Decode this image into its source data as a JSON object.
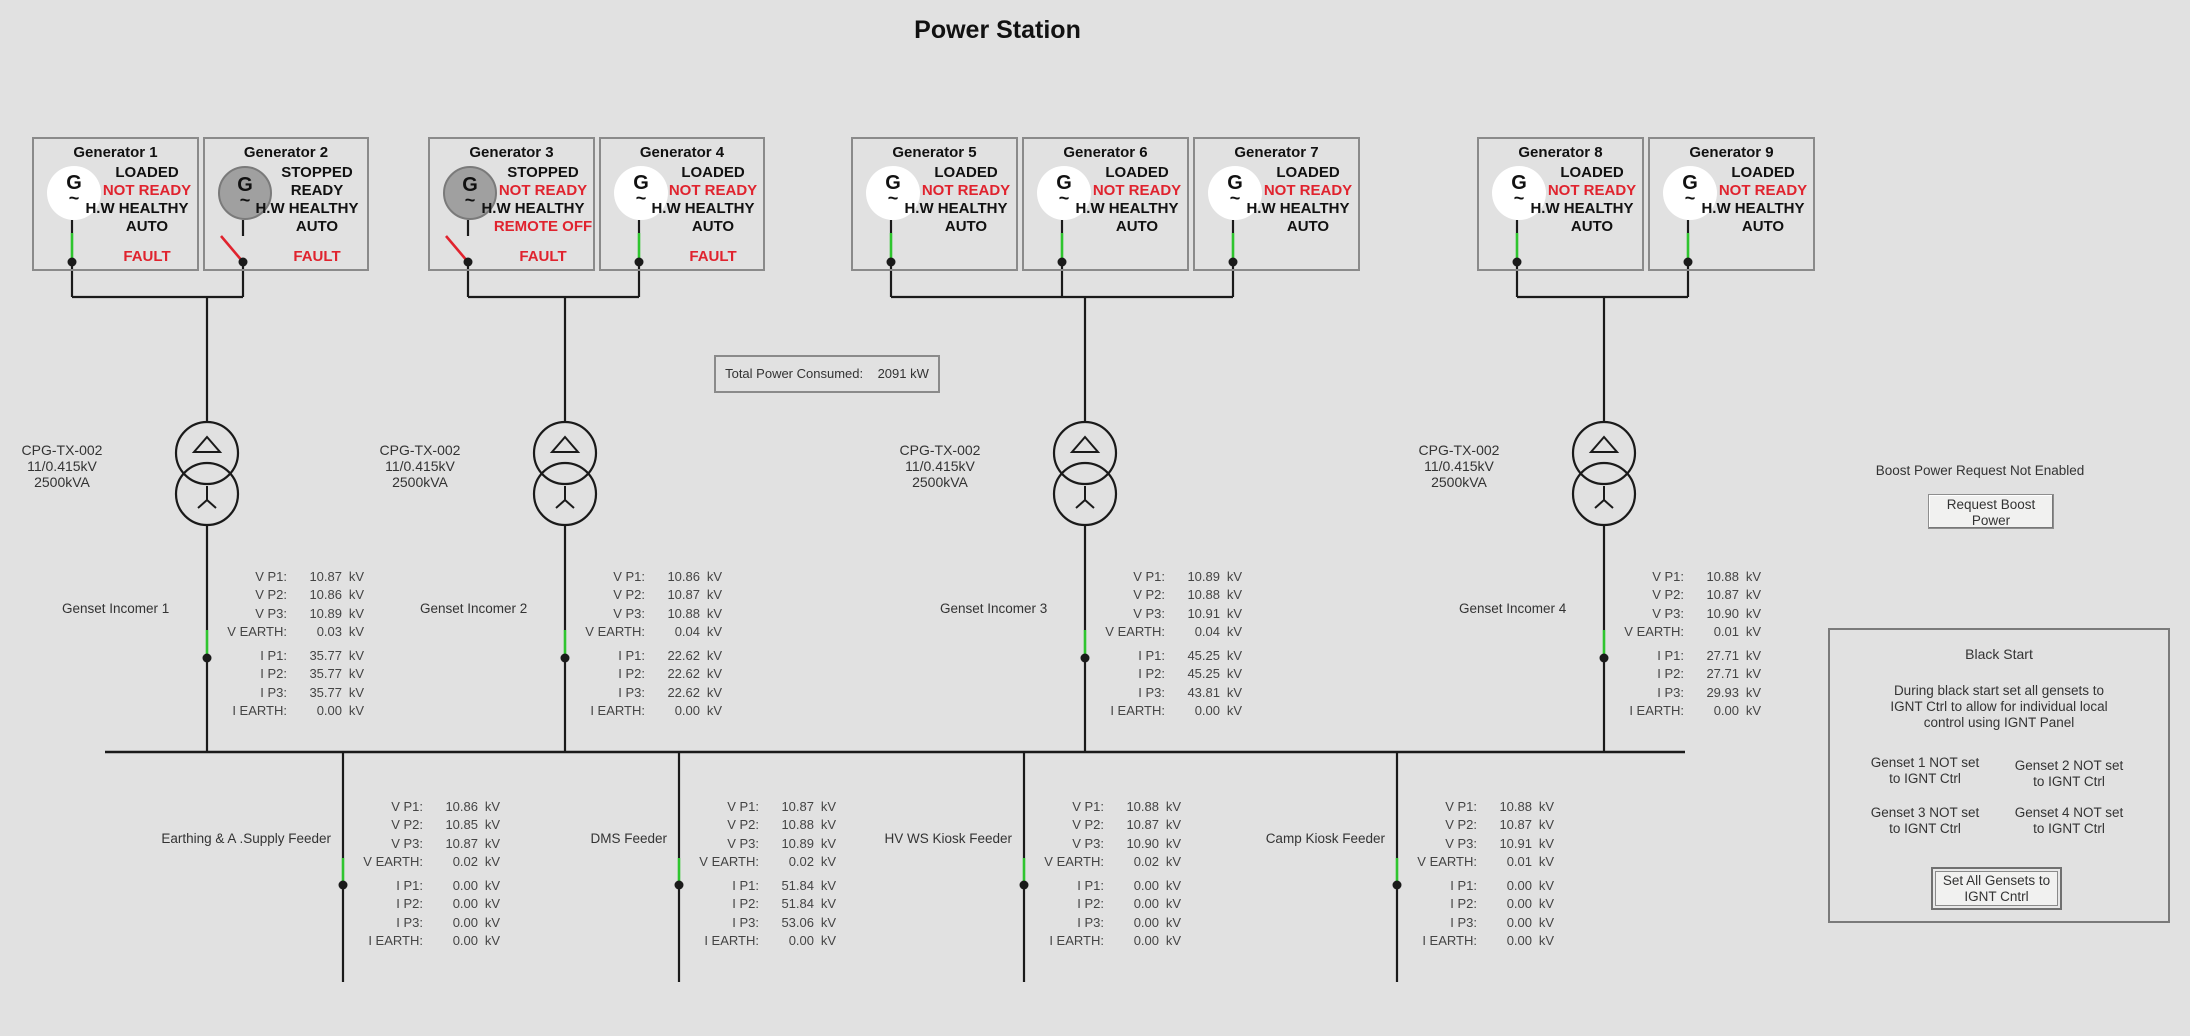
{
  "title": "Power Station",
  "colors": {
    "background": "#e1e1e1",
    "alarm_red": "#e0232e",
    "closed_green": "#2ec52e",
    "line": "#1a1a1a",
    "running_gen": "#ffffff",
    "stopped_gen": "#a0a0a0"
  },
  "generators": [
    {
      "name": "Generator 1",
      "run_state": "LOADED",
      "ready_state": "NOT READY",
      "ready_alarm": true,
      "hw_state": "H.W HEALTHY",
      "mode": "AUTO",
      "mode_alarm": false,
      "fault": "FAULT",
      "running": true,
      "breaker": "closed",
      "icon_letter": "G",
      "icon_wave": "~"
    },
    {
      "name": "Generator 2",
      "run_state": "STOPPED",
      "ready_state": "READY",
      "ready_alarm": false,
      "hw_state": "H.W HEALTHY",
      "mode": "AUTO",
      "mode_alarm": false,
      "fault": "FAULT",
      "running": false,
      "breaker": "open",
      "icon_letter": "G",
      "icon_wave": "~"
    },
    {
      "name": "Generator 3",
      "run_state": "STOPPED",
      "ready_state": "NOT READY",
      "ready_alarm": true,
      "hw_state": "H.W HEALTHY",
      "mode": "REMOTE OFF",
      "mode_alarm": true,
      "fault": "FAULT",
      "running": false,
      "breaker": "open",
      "icon_letter": "G",
      "icon_wave": "~"
    },
    {
      "name": "Generator 4",
      "run_state": "LOADED",
      "ready_state": "NOT READY",
      "ready_alarm": true,
      "hw_state": "H.W HEALTHY",
      "mode": "AUTO",
      "mode_alarm": false,
      "fault": "FAULT",
      "running": true,
      "breaker": "closed",
      "icon_letter": "G",
      "icon_wave": "~"
    },
    {
      "name": "Generator 5",
      "run_state": "LOADED",
      "ready_state": "NOT READY",
      "ready_alarm": true,
      "hw_state": "H.W HEALTHY",
      "mode": "AUTO",
      "mode_alarm": false,
      "fault": "",
      "running": true,
      "breaker": "closed",
      "icon_letter": "G",
      "icon_wave": "~"
    },
    {
      "name": "Generator 6",
      "run_state": "LOADED",
      "ready_state": "NOT READY",
      "ready_alarm": true,
      "hw_state": "H.W HEALTHY",
      "mode": "AUTO",
      "mode_alarm": false,
      "fault": "",
      "running": true,
      "breaker": "closed",
      "icon_letter": "G",
      "icon_wave": "~"
    },
    {
      "name": "Generator 7",
      "run_state": "LOADED",
      "ready_state": "NOT READY",
      "ready_alarm": true,
      "hw_state": "H.W HEALTHY",
      "mode": "AUTO",
      "mode_alarm": false,
      "fault": "",
      "running": true,
      "breaker": "closed",
      "icon_letter": "G",
      "icon_wave": "~"
    },
    {
      "name": "Generator 8",
      "run_state": "LOADED",
      "ready_state": "NOT READY",
      "ready_alarm": true,
      "hw_state": "H.W HEALTHY",
      "mode": "AUTO",
      "mode_alarm": false,
      "fault": "",
      "running": true,
      "breaker": "closed",
      "icon_letter": "G",
      "icon_wave": "~"
    },
    {
      "name": "Generator 9",
      "run_state": "LOADED",
      "ready_state": "NOT READY",
      "ready_alarm": true,
      "hw_state": "H.W HEALTHY",
      "mode": "AUTO",
      "mode_alarm": false,
      "fault": "",
      "running": true,
      "breaker": "closed",
      "icon_letter": "G",
      "icon_wave": "~"
    }
  ],
  "transformers": [
    {
      "tag": "CPG-TX-002",
      "ratio": "11/0.415kV",
      "rating": "2500kVA"
    },
    {
      "tag": "CPG-TX-002",
      "ratio": "11/0.415kV",
      "rating": "2500kVA"
    },
    {
      "tag": "CPG-TX-002",
      "ratio": "11/0.415kV",
      "rating": "2500kVA"
    },
    {
      "tag": "CPG-TX-002",
      "ratio": "11/0.415kV",
      "rating": "2500kVA"
    }
  ],
  "meter_labels": {
    "vp1": "V P1:",
    "vp2": "V P2:",
    "vp3": "V P3:",
    "vearth": "V EARTH:",
    "ip1": "I P1:",
    "ip2": "I P2:",
    "ip3": "I P3:",
    "iearth": "I EARTH:"
  },
  "incomers": [
    {
      "name": "Genset Incomer 1",
      "breaker": "closed",
      "vp1": "10.87",
      "vp2": "10.86",
      "vp3": "10.89",
      "vearth": "0.03",
      "ip1": "35.77",
      "ip2": "35.77",
      "ip3": "35.77",
      "iearth": "0.00",
      "unit": "kV"
    },
    {
      "name": "Genset Incomer 2",
      "breaker": "closed",
      "vp1": "10.86",
      "vp2": "10.87",
      "vp3": "10.88",
      "vearth": "0.04",
      "ip1": "22.62",
      "ip2": "22.62",
      "ip3": "22.62",
      "iearth": "0.00",
      "unit": "kV"
    },
    {
      "name": "Genset Incomer 3",
      "breaker": "closed",
      "vp1": "10.89",
      "vp2": "10.88",
      "vp3": "10.91",
      "vearth": "0.04",
      "ip1": "45.25",
      "ip2": "45.25",
      "ip3": "43.81",
      "iearth": "0.00",
      "unit": "kV"
    },
    {
      "name": "Genset Incomer 4",
      "breaker": "closed",
      "vp1": "10.88",
      "vp2": "10.87",
      "vp3": "10.90",
      "vearth": "0.01",
      "ip1": "27.71",
      "ip2": "27.71",
      "ip3": "29.93",
      "iearth": "0.00",
      "unit": "kV"
    }
  ],
  "feeders": [
    {
      "name": "Earthing & A .Supply Feeder",
      "breaker": "closed",
      "vp1": "10.86",
      "vp2": "10.85",
      "vp3": "10.87",
      "vearth": "0.02",
      "ip1": "0.00",
      "ip2": "0.00",
      "ip3": "0.00",
      "iearth": "0.00",
      "unit": "kV"
    },
    {
      "name": "DMS Feeder",
      "breaker": "closed",
      "vp1": "10.87",
      "vp2": "10.88",
      "vp3": "10.89",
      "vearth": "0.02",
      "ip1": "51.84",
      "ip2": "51.84",
      "ip3": "53.06",
      "iearth": "0.00",
      "unit": "kV"
    },
    {
      "name": "HV WS Kiosk Feeder",
      "breaker": "closed",
      "vp1": "10.88",
      "vp2": "10.87",
      "vp3": "10.90",
      "vearth": "0.02",
      "ip1": "0.00",
      "ip2": "0.00",
      "ip3": "0.00",
      "iearth": "0.00",
      "unit": "kV"
    },
    {
      "name": "Camp Kiosk Feeder",
      "breaker": "closed",
      "vp1": "10.88",
      "vp2": "10.87",
      "vp3": "10.91",
      "vearth": "0.01",
      "ip1": "0.00",
      "ip2": "0.00",
      "ip3": "0.00",
      "iearth": "0.00",
      "unit": "kV"
    }
  ],
  "total_power": {
    "label": "Total Power Consumed:",
    "value": "2091",
    "unit": "kW"
  },
  "boost": {
    "status": "Boost Power Request Not Enabled",
    "button_label": "Request Boost Power"
  },
  "black_start": {
    "title": "Black Start",
    "description": "During black start set all gensets to IGNT Ctrl to allow for individual local control using IGNT Panel",
    "genset_status": [
      "Genset 1 NOT set to IGNT Ctrl",
      "Genset 2 NOT set to IGNT Ctrl",
      "Genset 3 NOT set to IGNT Ctrl",
      "Genset 4 NOT set to IGNT Ctrl"
    ],
    "button_label": "Set All Gensets to IGNT Cntrl"
  }
}
